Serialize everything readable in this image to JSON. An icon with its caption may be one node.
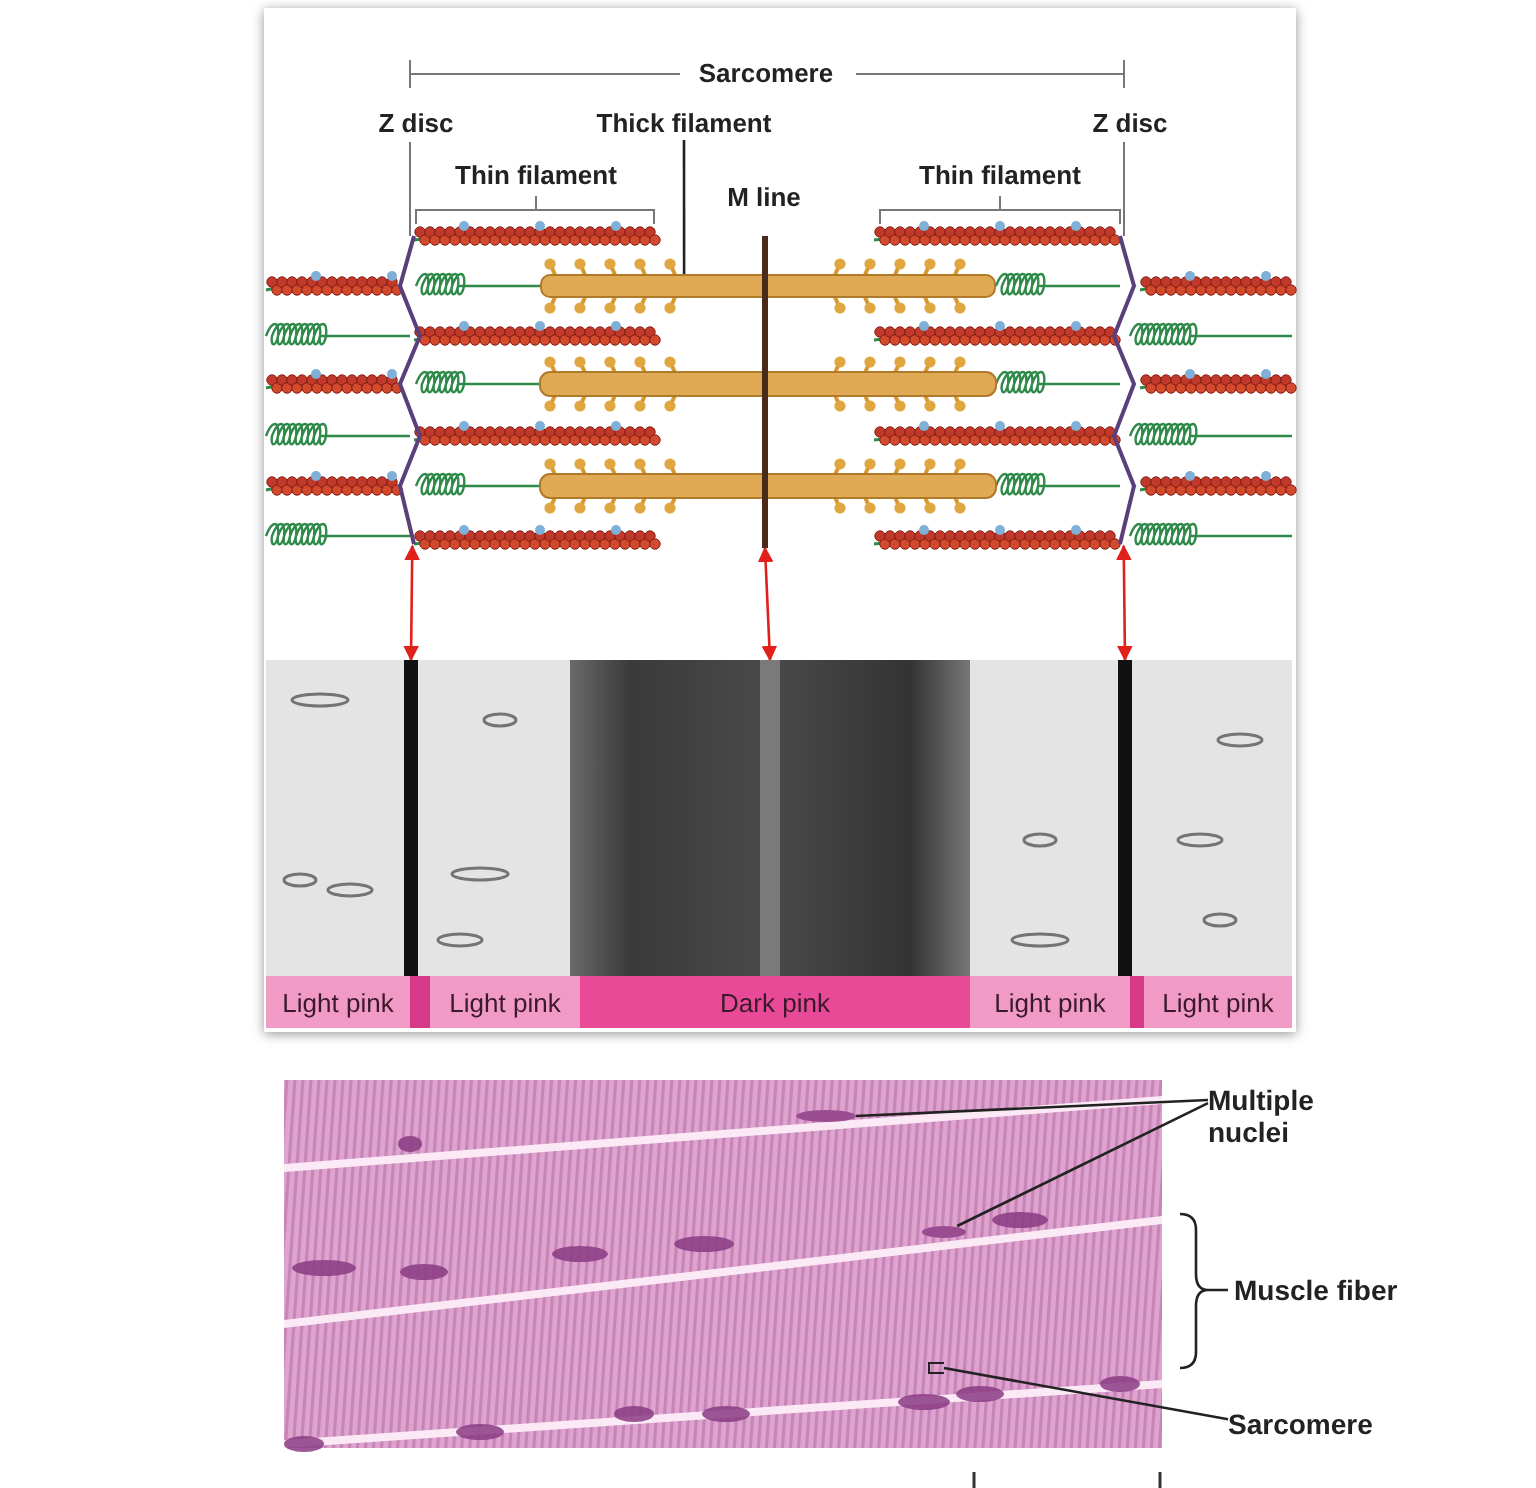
{
  "diagram": {
    "nodes": [
      {
        "text": [
          "Thick filament"
        ]
      },
      {
        "text": [],
        "shape": "bar"
      },
      {
        "text": [
          "Light pink"
        ]
      },
      {
        "text": [
          "Light pink"
        ]
      },
      {
        "text": [
          "Dark pink"
        ]
      },
      {
        "text": [
          "Light pink"
        ]
      },
      {
        "text": [
          "Light pink"
        ]
      },
      {
        "text": [
          "Multiple nuclei"
        ]
      },
      {
        "text": [],
        "shape": "ellipse"
      },
      {
        "text": [],
        "shape": "ellipse"
      },
      {
        "text": [
          "Sarcomere"
        ]
      },
      {
        "text": [],
        "shape": "bar"
      },
      {
        "text": [],
        "shape": "bar"
      },
      {
        "text": [],
        "shape": "bar"
      },
      {
        "text": [],
        "shape": "bar"
      },
      {
        "text": [],
        "shape": "bar"
      },
      {
        "text": [],
        "shape": "bar"
      },
      {
        "text": [],
        "shape": "bar"
      }
    ],
    "edges": [
      {
        "from": 0,
        "to": 1,
        "arrow": "none"
      },
      {
        "from": 7,
        "to": 8,
        "arrow": "none"
      },
      {
        "from": 7,
        "to": 9,
        "arrow": "none"
      },
      {
        "from": 10,
        "to": 11,
        "arrow": "none"
      },
      {
        "from": 12,
        "to": 15,
        "arrow": "both",
        "color": "#e0201b"
      },
      {
        "from": 13,
        "to": 16,
        "arrow": "both",
        "color": "#e0201b"
      },
      {
        "from": 14,
        "to": 17,
        "arrow": "both",
        "color": "#e0201b"
      }
    ],
    "labels": [
      "Sarcomere",
      "Z disc",
      "Z disc",
      "Thin filament",
      "M line",
      "Thin filament",
      "Muscle fiber"
    ]
  }
}
